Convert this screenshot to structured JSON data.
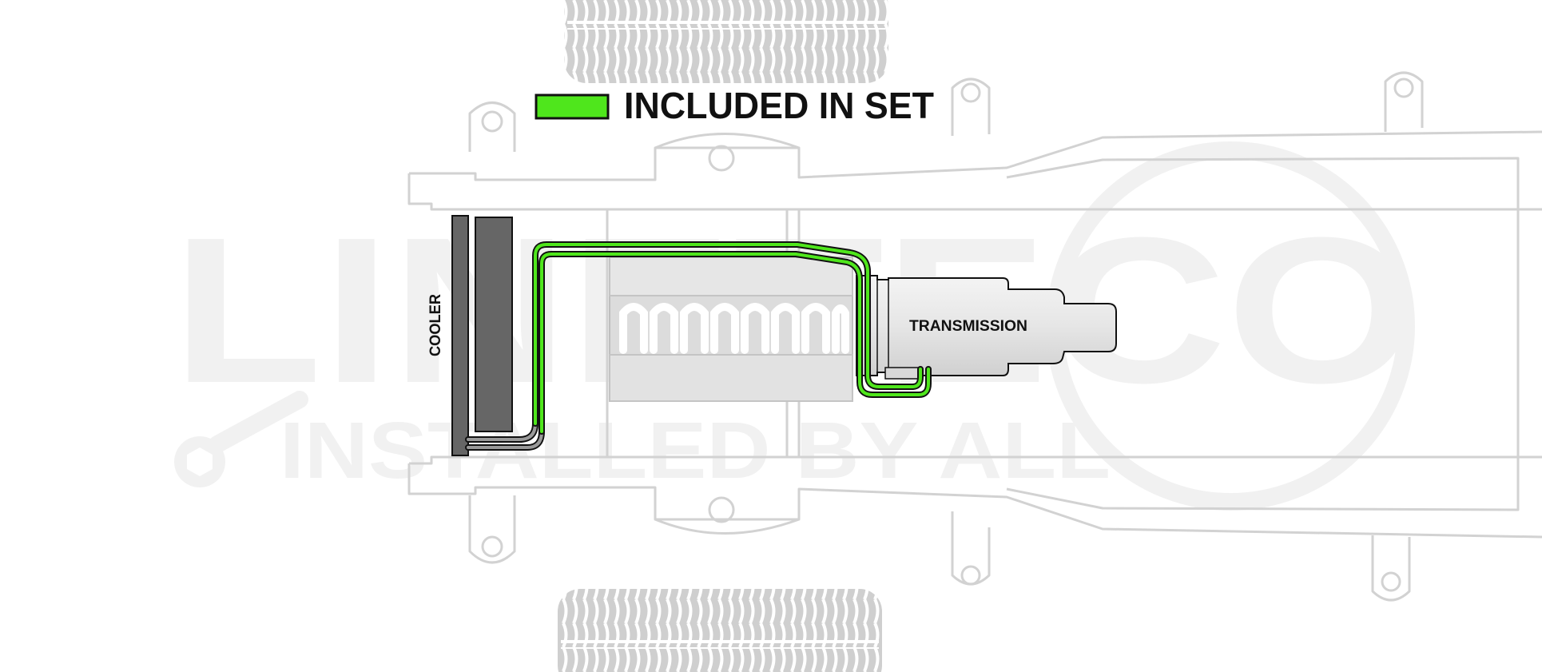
{
  "legend": {
    "label": "INCLUDED IN SET",
    "swatch_color": "#4fe61c"
  },
  "components": {
    "cooler_label": "COOLER",
    "transmission_label": "TRANSMISSION"
  },
  "watermark": {
    "logo_text": "LINETECO",
    "tagline": "INSTALLED BY ALL"
  },
  "colors": {
    "included_line": "#4fe61c",
    "frame_outline": "#d2d2d2",
    "cooler_fill": "#666666",
    "engine_fill": "#dcdcdc",
    "tire_fill": "#cfcfcf"
  }
}
